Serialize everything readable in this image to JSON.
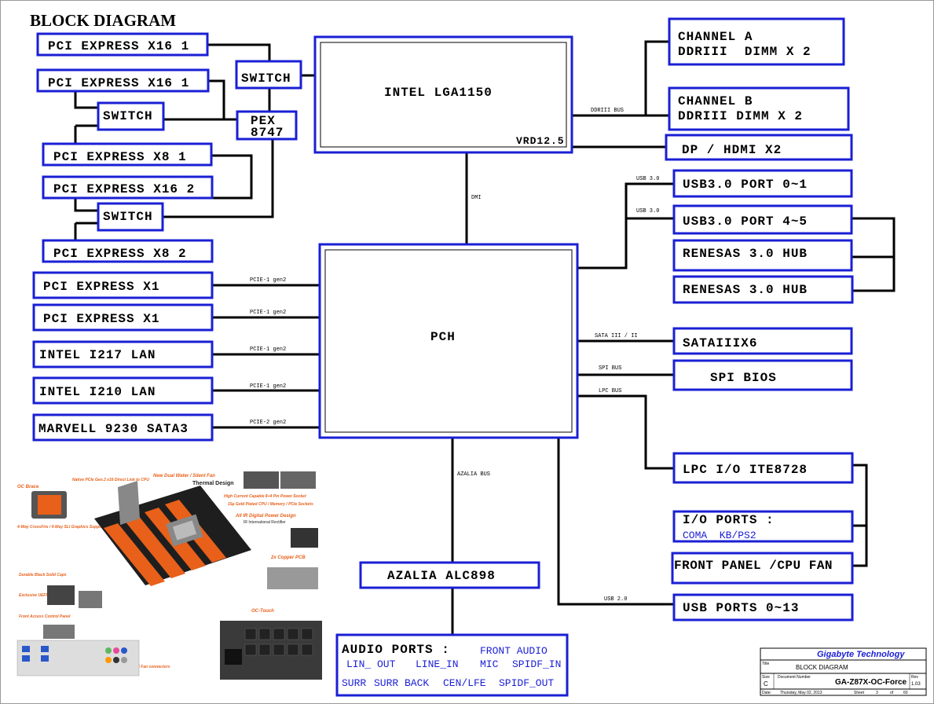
{
  "title": "BLOCK DIAGRAM",
  "cpu": {
    "label": "INTEL LGA1150",
    "vrd": "VRD12.5"
  },
  "pch": {
    "label": "PCH"
  },
  "switch_label": "SWITCH",
  "pex": {
    "line1": "PEX",
    "line2": "8747"
  },
  "pcie_slots": {
    "x16_1a": "PCI EXPRESS X16 1",
    "x16_1b": "PCI EXPRESS X16 1",
    "x8_1": "PCI EXPRESS X8 1",
    "x16_2": "PCI EXPRESS X16 2",
    "x8_2": "PCI EXPRESS X8 2"
  },
  "left_devices": [
    {
      "label": "PCI EXPRESS X1",
      "bus": "PCIE-1 gen2"
    },
    {
      "label": "PCI EXPRESS X1",
      "bus": "PCIE-1 gen2"
    },
    {
      "label": "INTEL I217 LAN",
      "bus": "PCIE-1 gen2"
    },
    {
      "label": "INTEL I210 LAN",
      "bus": "PCIE-1 gen2"
    },
    {
      "label": "MARVELL 9230 SATA3",
      "bus": "PCIE-2 gen2"
    }
  ],
  "memory": {
    "a_line1": "CHANNEL A",
    "a_line2": "DDRIII  DIMM X 2",
    "b_line1": "CHANNEL B",
    "b_line2": "DDRIII DIMM X 2",
    "bus": "DDRIII BUS"
  },
  "display": {
    "label": "DP / HDMI X2"
  },
  "dmi": "DMI",
  "usb": {
    "port01": "USB3.0 PORT 0~1",
    "port45": "USB3.0 PORT 4~5",
    "hub1": "RENESAS 3.0 HUB",
    "hub2": "RENESAS 3.0 HUB",
    "bus1": "USB 3.0",
    "bus2": "USB 3.0",
    "ports_013": "USB PORTS 0~13",
    "bus20": "USB 2.0"
  },
  "sata": {
    "label": "SATAIIIX6",
    "bus": "SATA III / II"
  },
  "spi": {
    "label": "SPI BIOS",
    "bus": "SPI BUS"
  },
  "lpc": {
    "label": "LPC I/O ITE8728",
    "bus": "LPC BUS"
  },
  "io_ports": {
    "line1": "I/O PORTS :",
    "line2": "COMA  KB/PS2"
  },
  "front_panel": "FRONT PANEL /CPU FAN",
  "azalia": {
    "label": "AZALIA ALC898",
    "bus": "AZALIA BUS"
  },
  "audio_ports": {
    "title": "AUDIO PORTS :",
    "front": "FRONT AUDIO",
    "row1": [
      "LIN_ OUT",
      "LINE_IN",
      "MIC",
      "SPIDF_IN"
    ],
    "row2": [
      "SURR",
      "SURR BACK",
      "CEN/LFE",
      "SPIDF_OUT"
    ]
  },
  "title_block": {
    "company": "Gigabyte Technology",
    "title_label": "Title",
    "title": "BLOCK DIAGRAM",
    "size_label": "Size",
    "size": "C",
    "docnum_label": "Document Number",
    "docnum": "GA-Z87X-OC-Force",
    "rev_label": "Rev",
    "rev": "1.03",
    "date_label": "Date:",
    "date": "Thursday, May 02, 2013",
    "sheet_label": "Sheet",
    "sheet": "3",
    "of_label": "of",
    "of": "60"
  },
  "board_image": {
    "callouts": [
      "OC Brace",
      "New Dual Water / Silent Fan",
      "Thermal Design",
      "Native PCIe Gen.3 x16 Direct Link to CPU",
      "All IR Digital Power Design",
      "IR International Rectifier",
      "4-Way CrossFire / 4-Way SLI Graphics Support",
      "High Current Capable 8+4 Pin Power Socket",
      "15µ Gold Plated CPU / Memory / PCIe Sockets",
      "2x Copper PCB",
      "Durable Black Solid Caps",
      "Exclusive UEFI DualBIOS",
      "Front Access Control Panel",
      "OC-Touch",
      "8 Fan connectors"
    ]
  },
  "colors": {
    "box_border": "#1a1fd4",
    "line": "#000000",
    "accent_orange": "#e8601a"
  }
}
